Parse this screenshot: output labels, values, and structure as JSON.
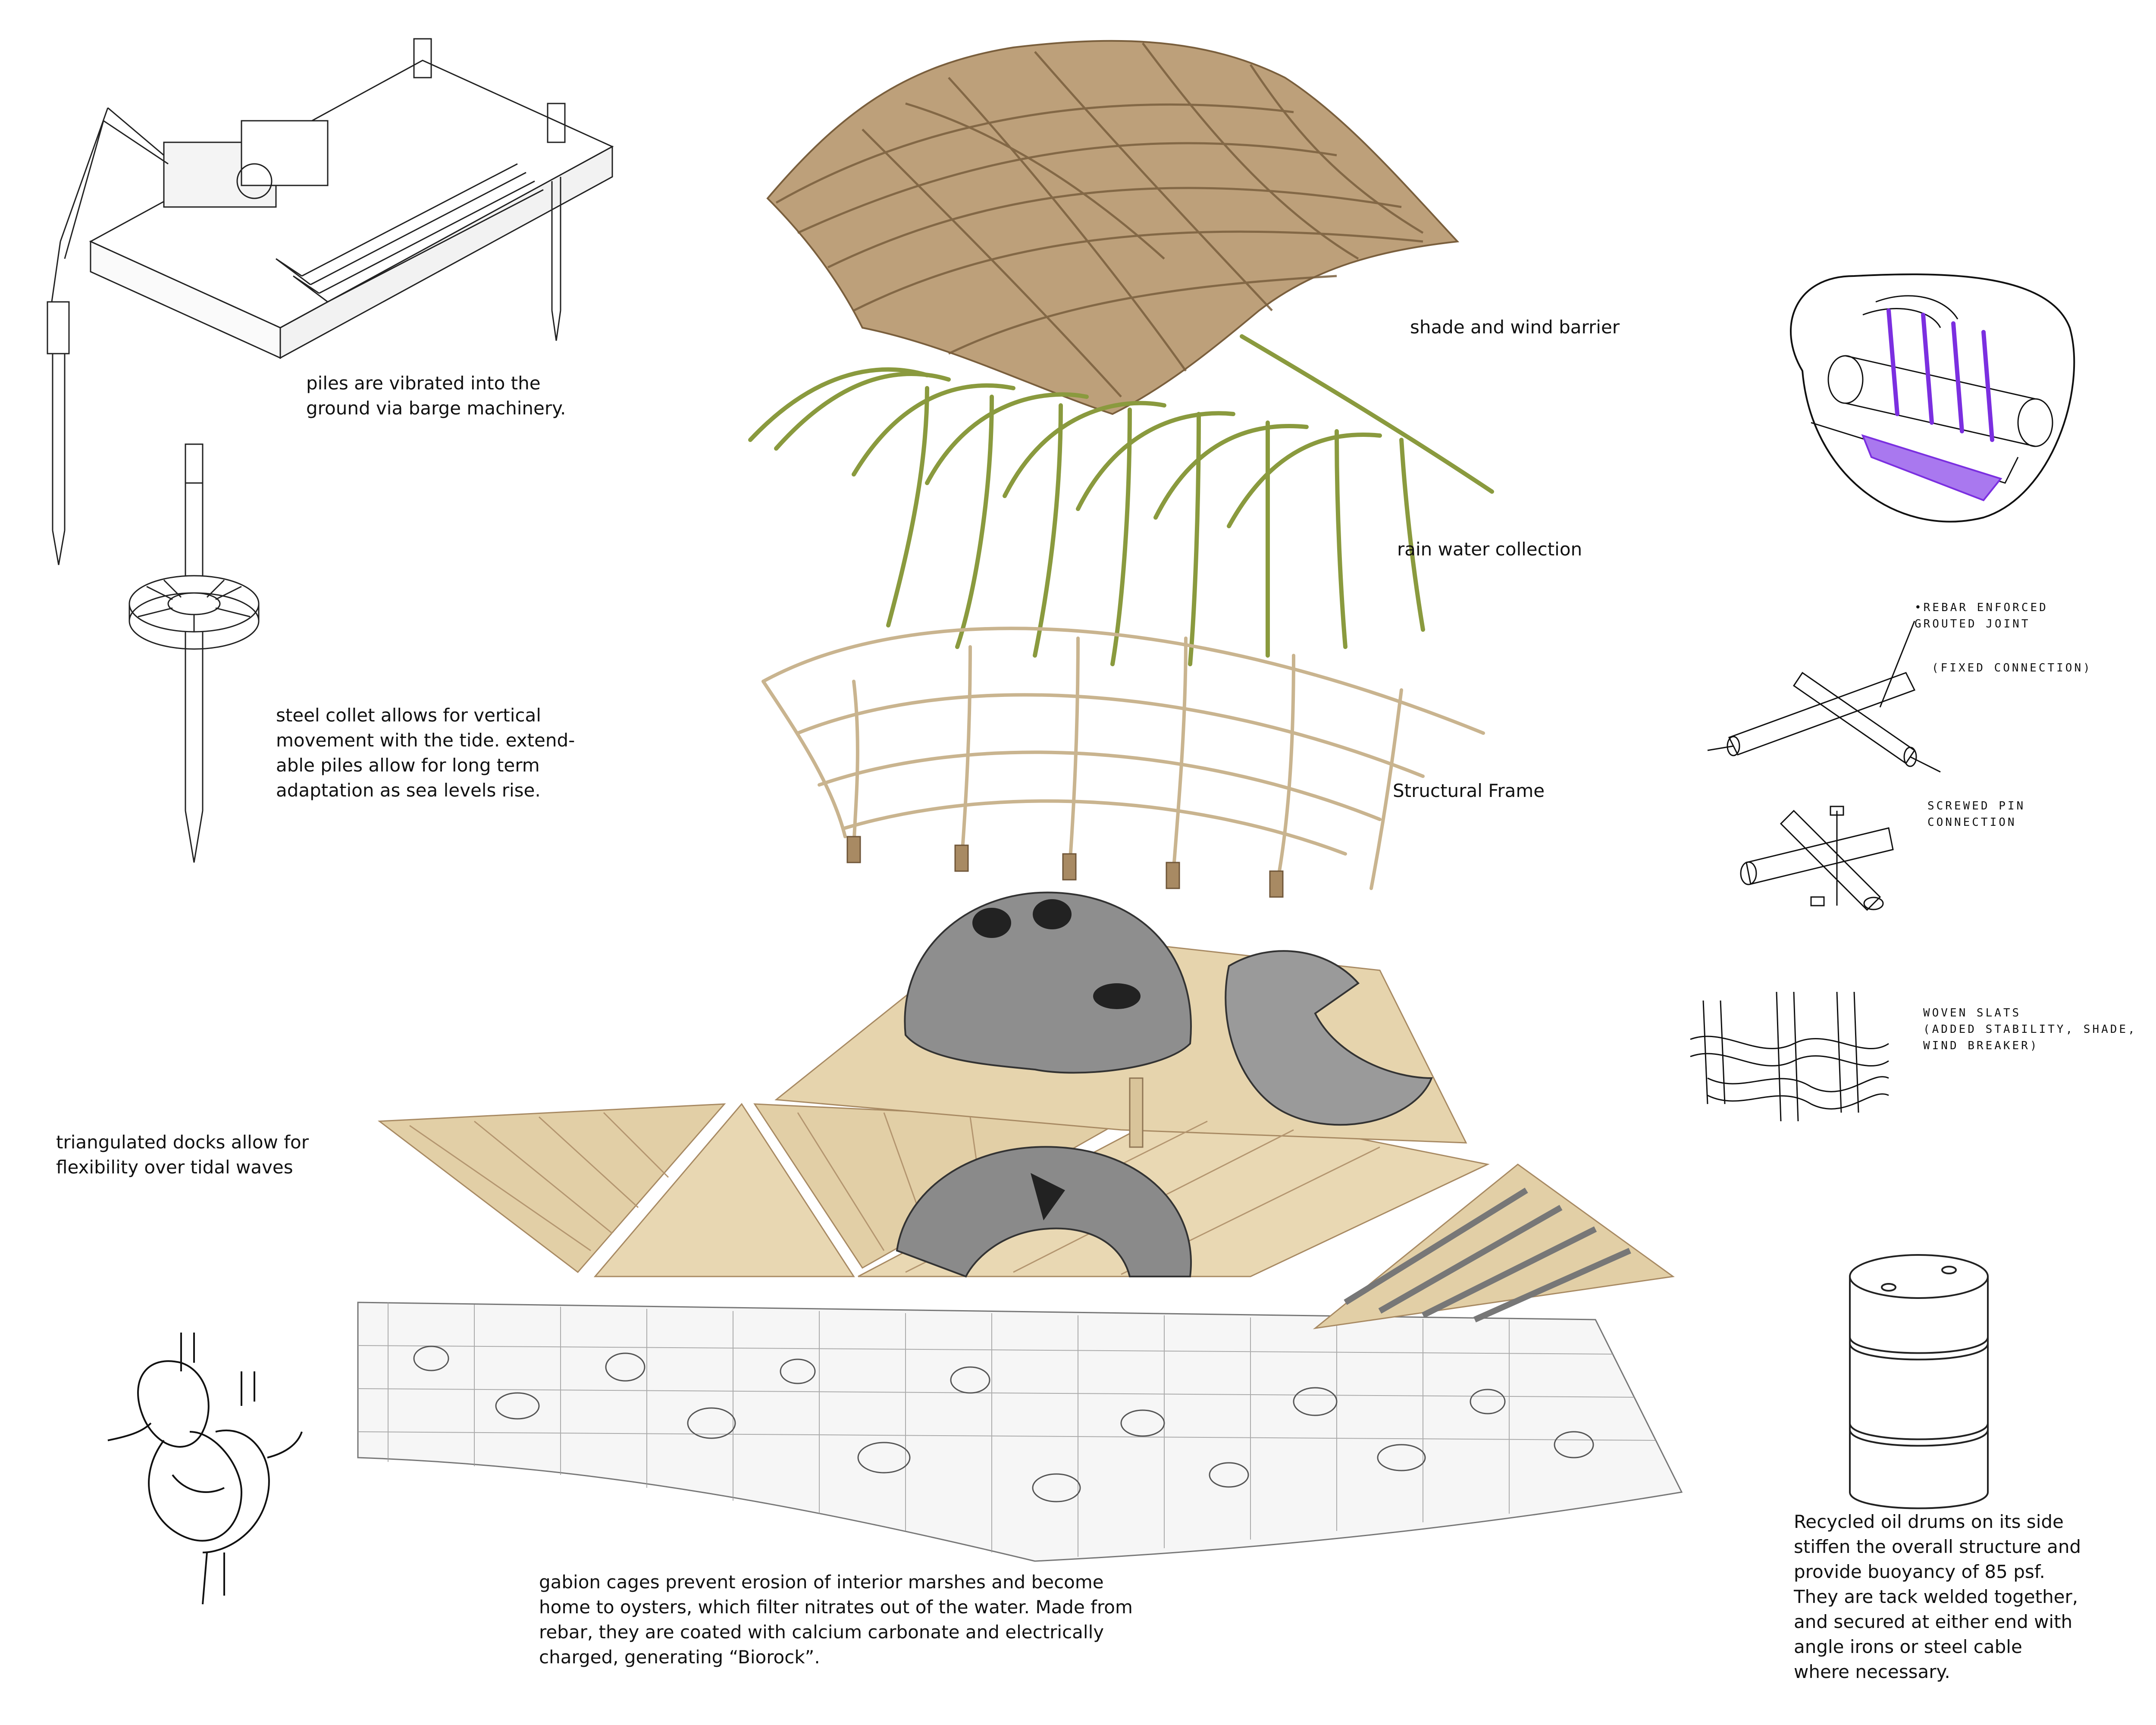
{
  "labels": {
    "piles": "piles are vibrated into the\nground via barge machinery.",
    "collet": "steel collet allows for vertical\nmovement with the tide. extend-\nable piles allow for long term\nadaptation as sea levels rise.",
    "shade": "shade and wind barrier",
    "rain": "rain water collection",
    "frame": "Structural Frame",
    "docks": "triangulated docks allow for\nflexibility over tidal waves",
    "gabion": "gabion cages prevent erosion of interior marshes and become\nhome to oysters, which filter nitrates out of the water. Made from\nrebar, they are coated with calcium carbonate and electrically\ncharged, generating “Biorock”.",
    "drums": "Recycled oil drums on its side\nstiffen the overall structure and\nprovide buoyancy of 85 psf.\nThey are tack welded together,\nand secured at either end with\nangle irons or steel cable\nwhere necessary."
  },
  "sketch_notes": {
    "rebar": "•REBAR ENFORCED\n GROUTED JOINT",
    "fixed": "(FIXED CONNECTION)",
    "screwed": "SCREWED PIN\nCONNECTION",
    "woven": "WOVEN SLATS\n(ADDED STABILITY, SHADE,\n WIND BREAKER)"
  },
  "colors": {
    "bamboo_roof": "#a88a63",
    "rain_green": "#8a9a3e",
    "frame_tan": "#c9b48f",
    "deck_tan": "#e2cfa6",
    "shell_gray": "#8c8c8c",
    "purple": "#7b2fe0",
    "ink": "#111111"
  }
}
